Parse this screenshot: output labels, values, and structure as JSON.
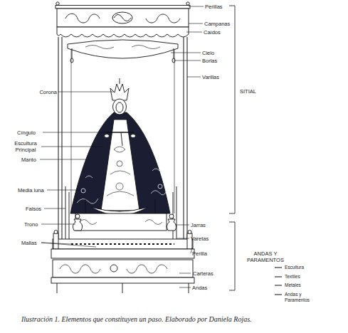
{
  "diagram": {
    "caption": "Ilustración 1. Elementos que constituyen un paso. Elaborado por Daniela Rojas.",
    "labels": [
      "Perillas",
      "Campanas",
      "Caídos",
      "Cielo",
      "Borlas",
      "Varillas",
      "SITIAL",
      "Corona",
      "Cíngulo",
      "Escultura Principal",
      "Manto",
      "Media luna",
      "Falsos",
      "Trono",
      "Jarras",
      "Varetas",
      "Mallas",
      "ANDAS Y PARAMENTOS",
      "Perilla",
      "Carteras",
      "Andas"
    ],
    "legend": [
      {
        "text": "Escultura"
      },
      {
        "text": "Textiles"
      },
      {
        "text": "Metales"
      },
      {
        "text": "Andas y Paramentos"
      }
    ]
  }
}
